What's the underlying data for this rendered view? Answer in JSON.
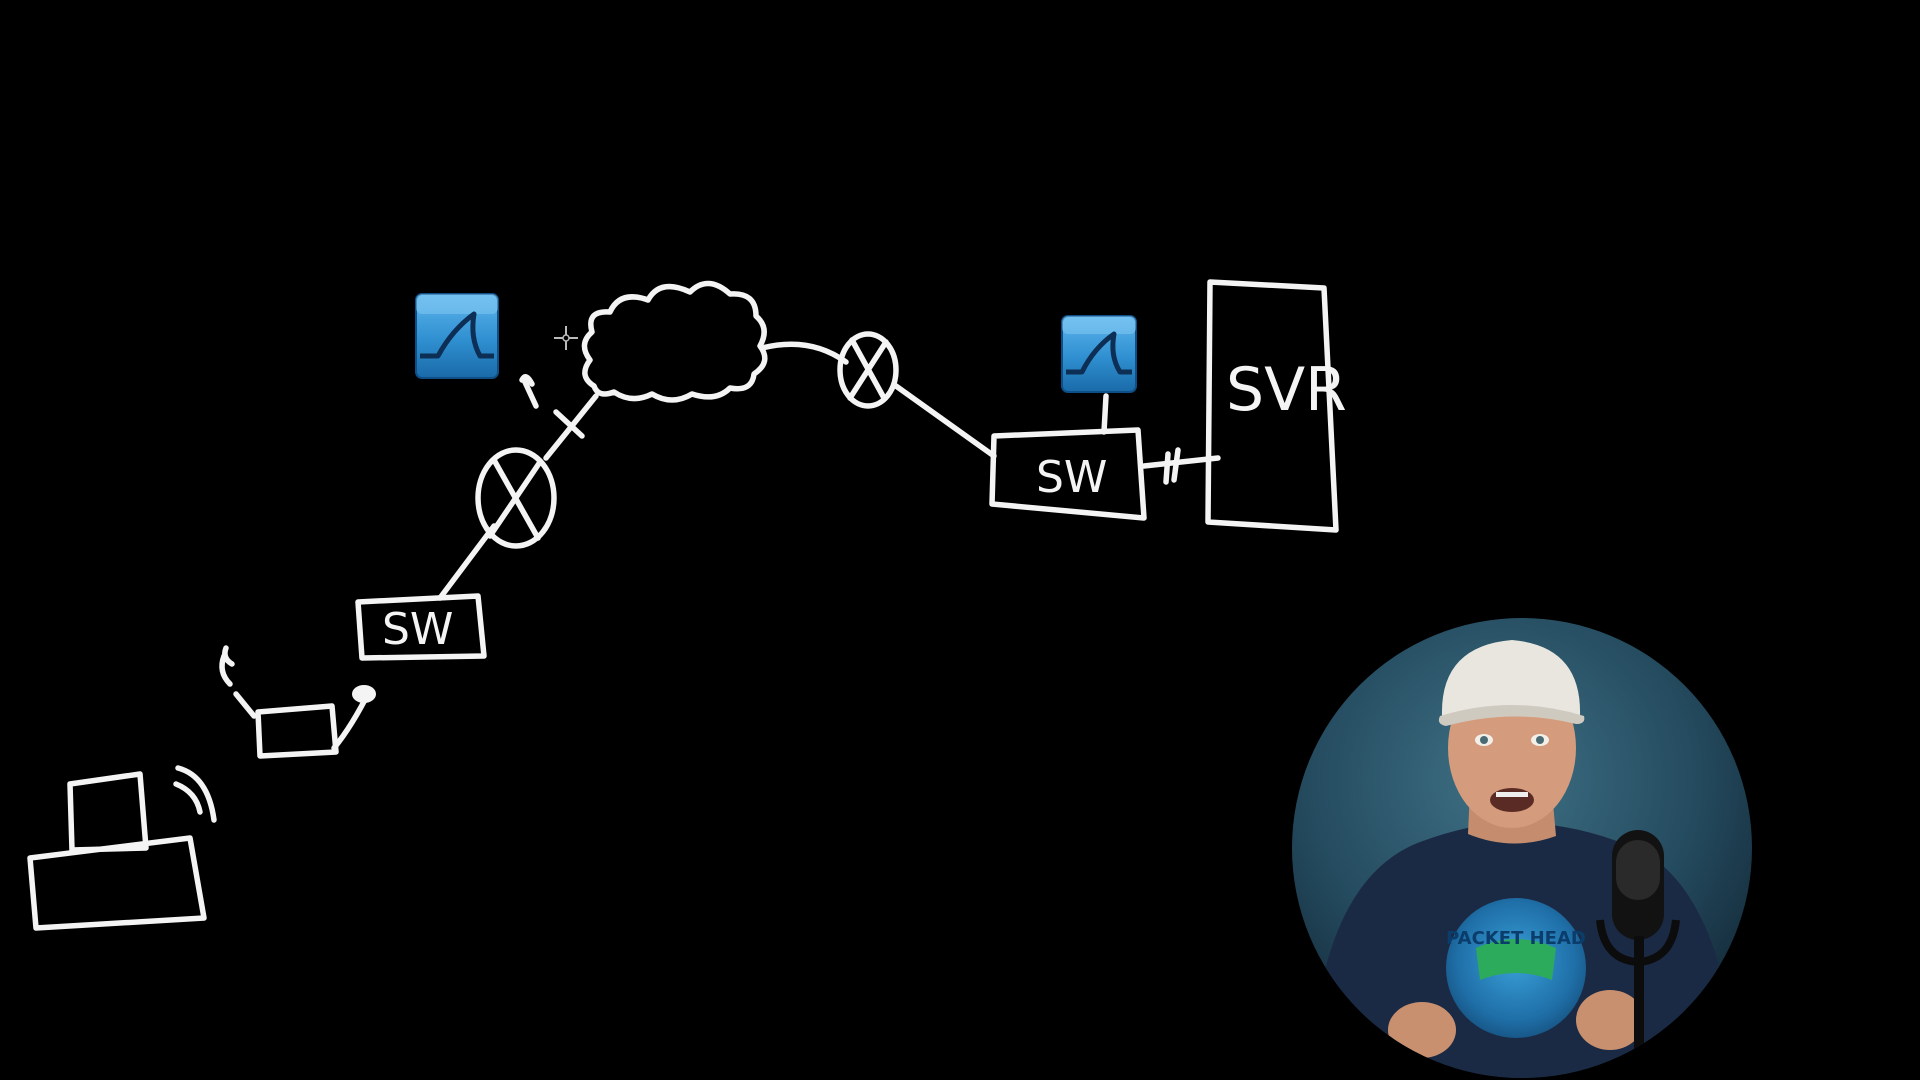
{
  "diagram": {
    "nodes": {
      "switch_left": {
        "label": "SW"
      },
      "switch_right": {
        "label": "SW"
      },
      "server": {
        "label": "SVR"
      }
    },
    "icons": {
      "wireshark_left": "wireshark-shark-fin-icon",
      "wireshark_right": "wireshark-shark-fin-icon",
      "cloud": "internet-cloud-icon",
      "router": "router-x-circle-icon",
      "laptop": "laptop-icon",
      "access_point": "wireless-access-point-icon"
    },
    "colors": {
      "background": "#000000",
      "chalk": "#f4f4f4",
      "wireshark_blue": "#2f8fd0",
      "wireshark_dark": "#0d4f86"
    }
  },
  "presenter_webcam": {
    "subject": "presenter-with-cap-and-microphone",
    "shirt_logo_text": "PACKET HEAD"
  }
}
